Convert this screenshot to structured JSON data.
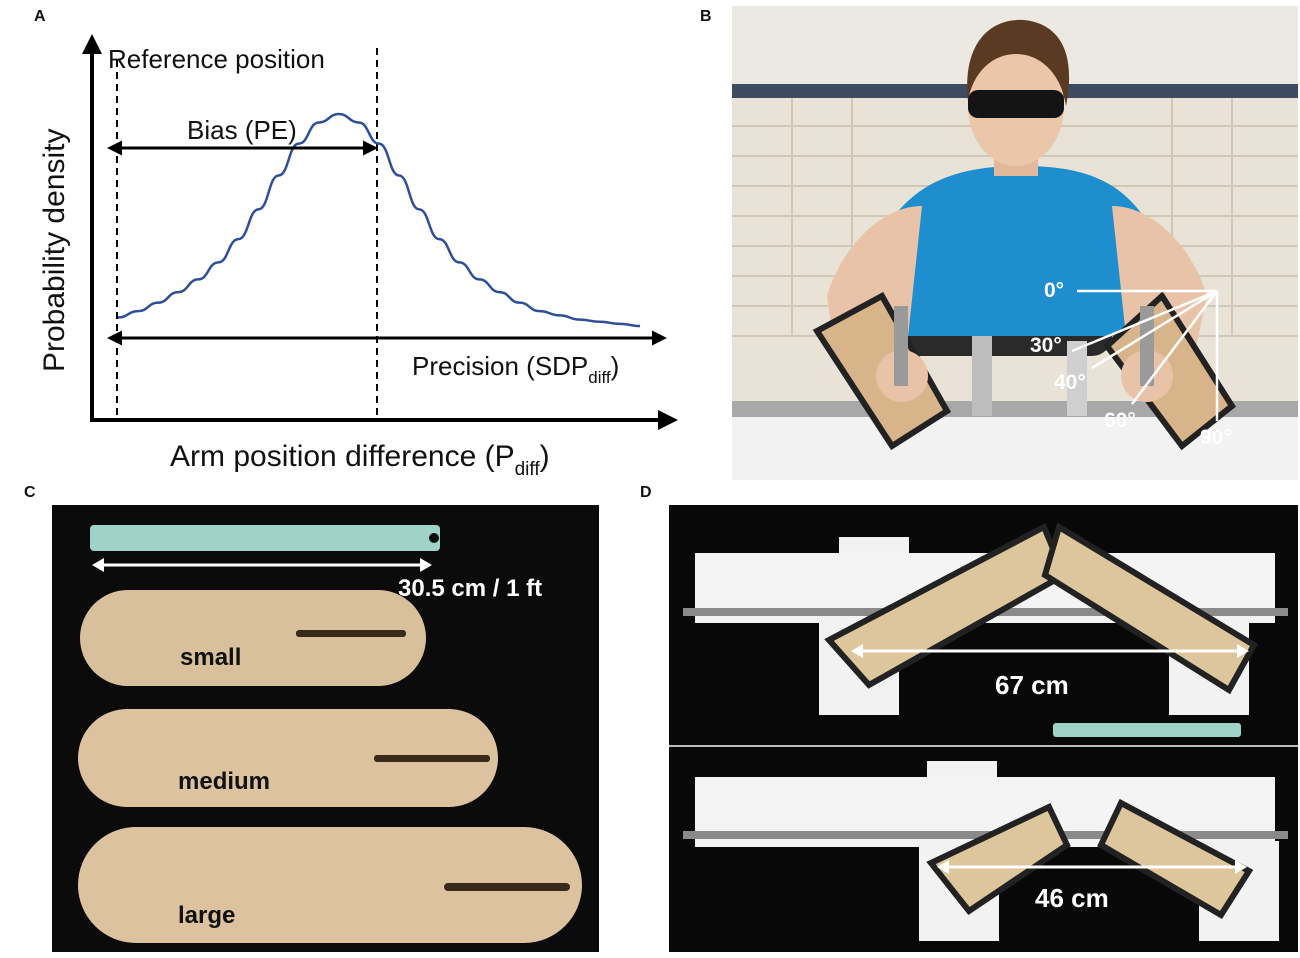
{
  "figure": {
    "panels": [
      {
        "letter": "A"
      },
      {
        "letter": "B"
      },
      {
        "letter": "C"
      },
      {
        "letter": "D"
      }
    ]
  },
  "panel_a": {
    "ylabel": "Probability density",
    "xlabel_main": "Arm position difference (P",
    "xlabel_sub": "diff",
    "xlabel_close": ")",
    "reference_label": "Reference position",
    "bias_label": "Bias (PE",
    "bias_close": ")",
    "precision_main": "Precision (SDP",
    "precision_sub": "diff",
    "precision_close": ")",
    "curve_color": "#2d4f9a"
  },
  "chart_data": {
    "type": "line",
    "title": "",
    "xlabel": "Arm position difference (Pdiff)",
    "ylabel": "Probability density",
    "series": [
      {
        "x": [
          0,
          20,
          40,
          60,
          80,
          100,
          120,
          140,
          160,
          180,
          200,
          220,
          240,
          260,
          280,
          300,
          320,
          340,
          360,
          380,
          400,
          420,
          440,
          460,
          480,
          500,
          520
        ],
        "y": [
          0.04,
          0.07,
          0.11,
          0.16,
          0.22,
          0.3,
          0.41,
          0.55,
          0.71,
          0.86,
          0.96,
          1.0,
          0.96,
          0.86,
          0.71,
          0.55,
          0.41,
          0.3,
          0.22,
          0.16,
          0.11,
          0.07,
          0.05,
          0.03,
          0.02,
          0.01,
          0.0
        ]
      }
    ],
    "annotations": [
      "Reference position",
      "Bias (PE)",
      "Precision (SDPdiff)"
    ]
  },
  "panel_b": {
    "angle_labels": [
      "0°",
      "30°",
      "40°",
      "60°",
      "90°"
    ]
  },
  "panel_c": {
    "ruler_label": "30.5 cm / 1 ft",
    "board_labels": [
      "small",
      "medium",
      "large"
    ]
  },
  "panel_d": {
    "top_measure": "67 cm",
    "bottom_measure": "46 cm"
  }
}
